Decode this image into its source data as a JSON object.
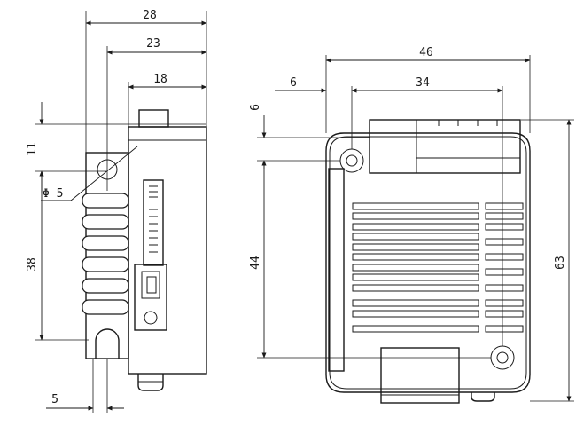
{
  "drawing": {
    "side_view": {
      "labels": {
        "width_28": "28",
        "width_23": "23",
        "width_18": "18",
        "height_11": "11",
        "hole_dia": "Φ 5",
        "height_38": "38",
        "width_5": "5"
      }
    },
    "front_view": {
      "labels": {
        "width_46": "46",
        "width_34": "34",
        "offset_6_h": "6",
        "offset_6_v": "6",
        "height_44": "44",
        "height_63": "63"
      }
    }
  }
}
